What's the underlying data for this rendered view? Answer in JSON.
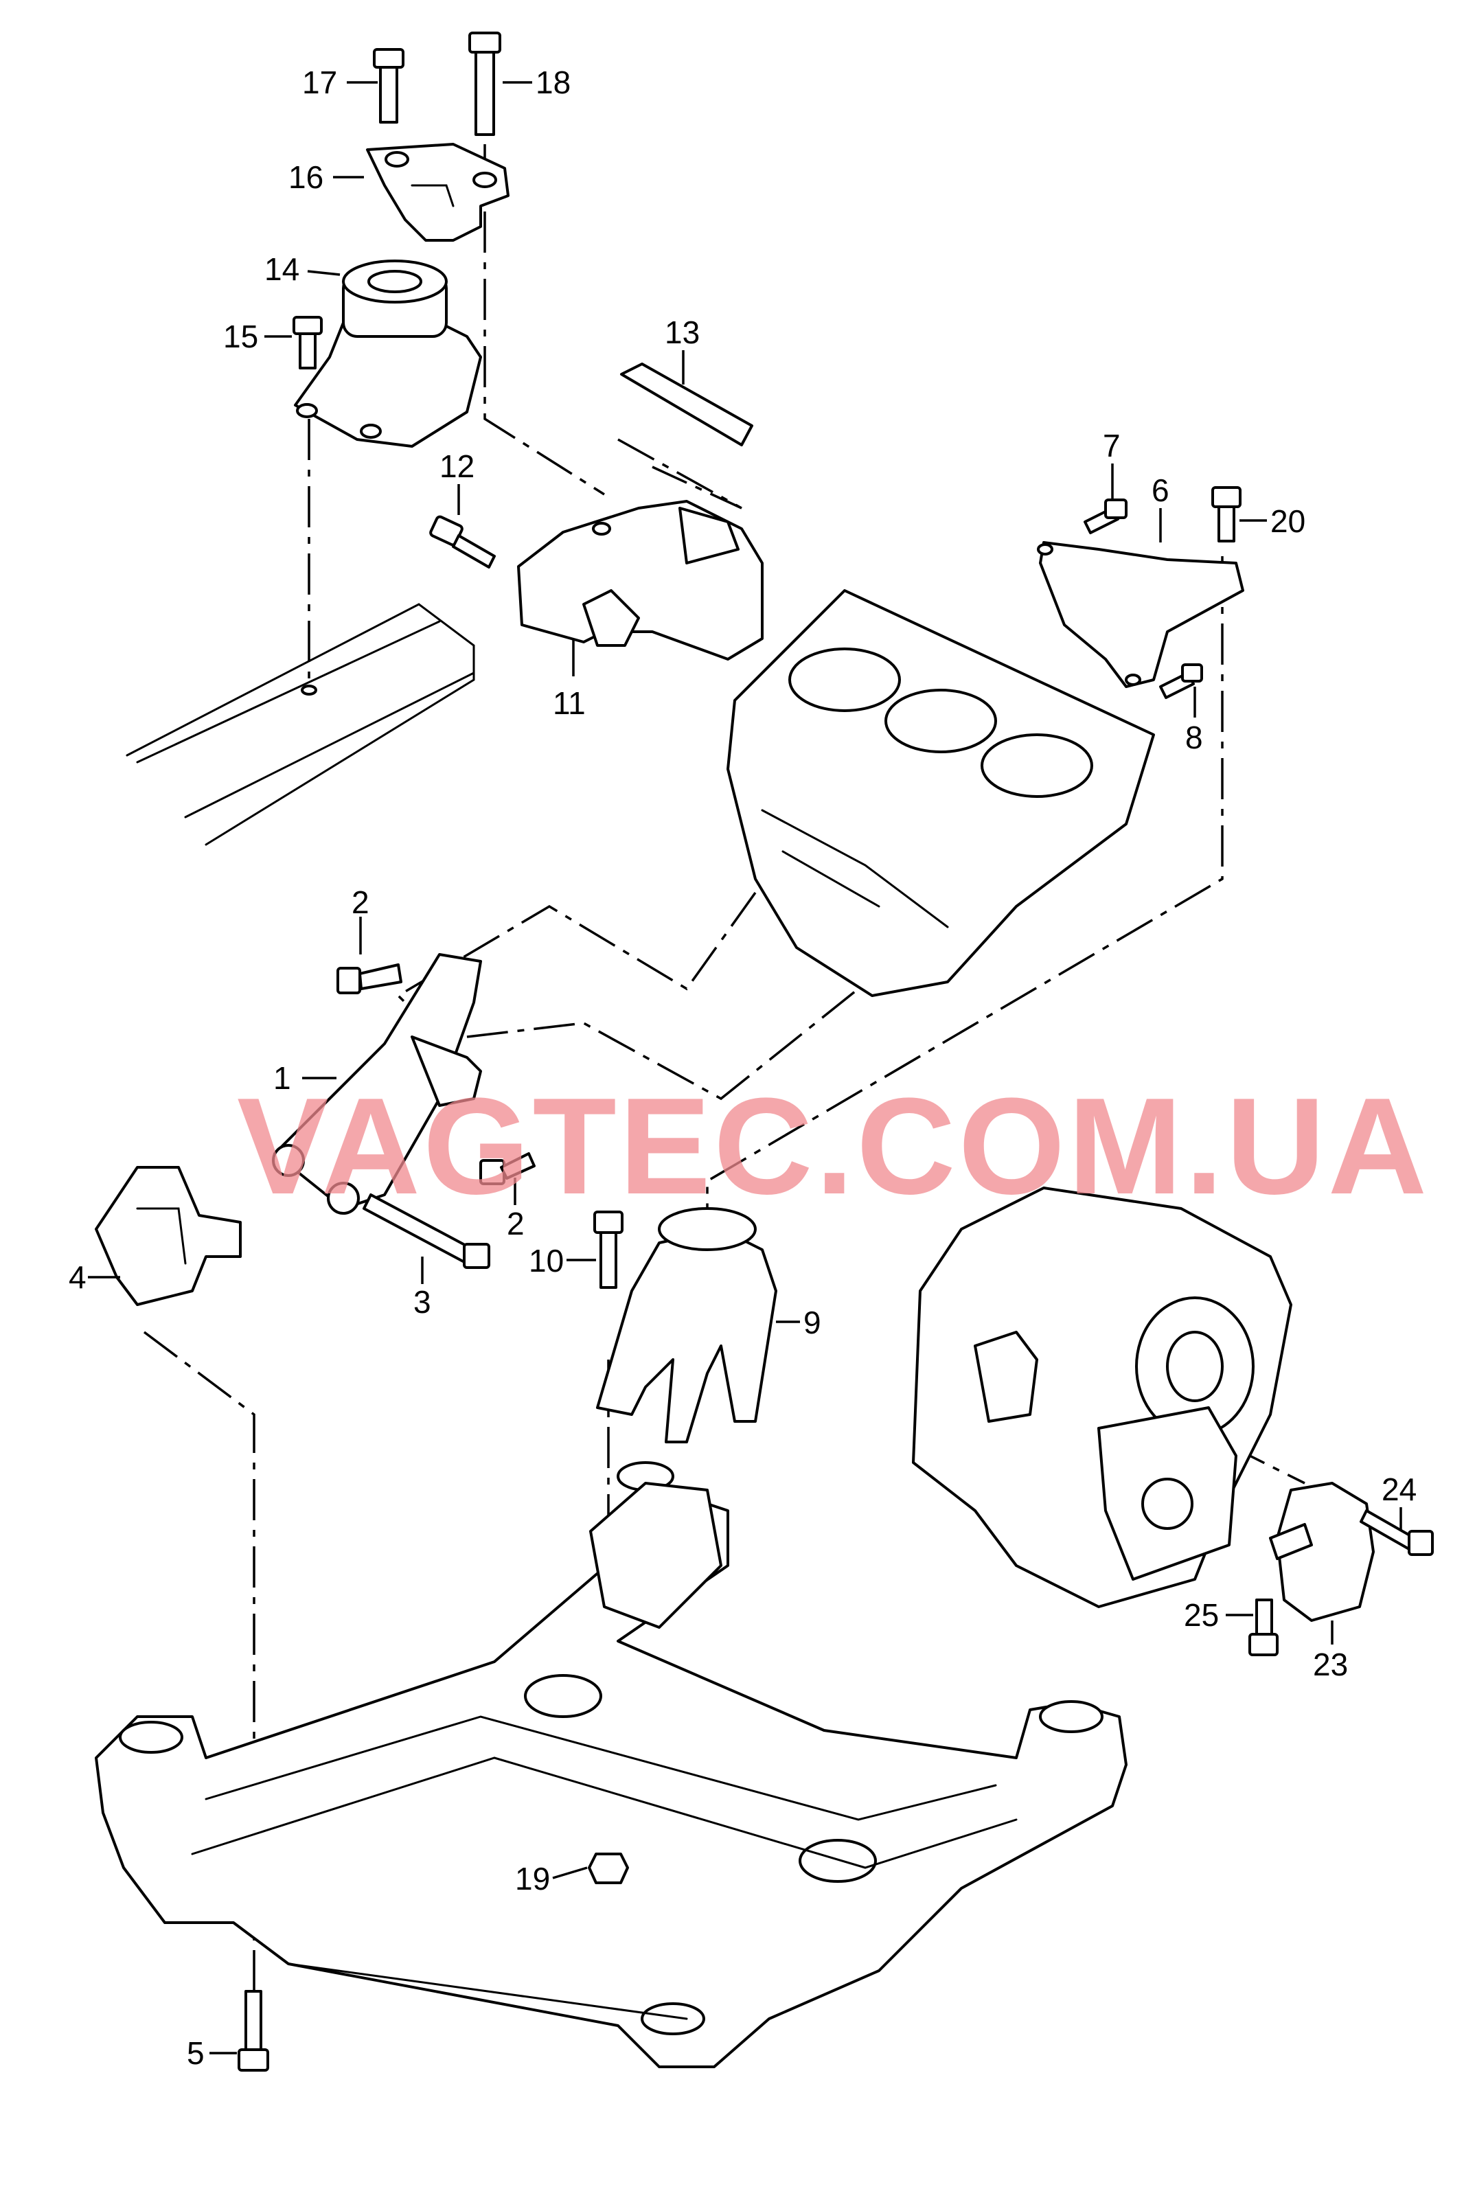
{
  "diagram": {
    "callouts": [
      "1",
      "2",
      "2",
      "3",
      "4",
      "5",
      "6",
      "7",
      "8",
      "9",
      "10",
      "11",
      "12",
      "13",
      "14",
      "15",
      "16",
      "17",
      "18",
      "19",
      "20",
      "23",
      "24",
      "25"
    ],
    "watermark": "VAGTEC.COM.UA",
    "colors": {
      "line": "#000000",
      "background": "#ffffff",
      "watermark": "#f08a8f"
    }
  }
}
